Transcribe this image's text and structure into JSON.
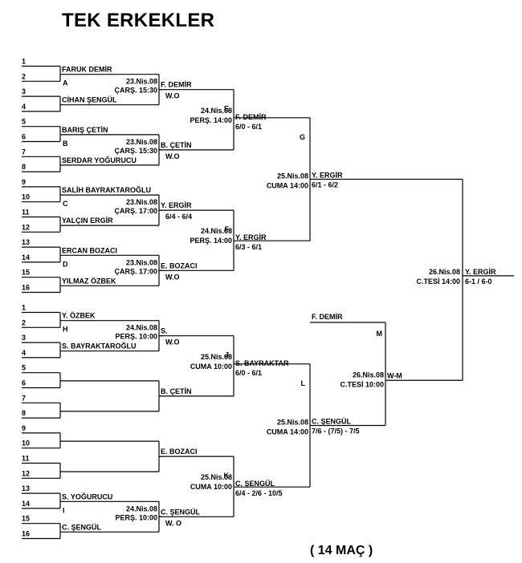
{
  "title": "TEK ERKEKLER",
  "footer": "( 14  MAÇ )",
  "top_half": {
    "slot_numbers": [
      "1",
      "2",
      "3",
      "4",
      "5",
      "6",
      "7",
      "8",
      "9",
      "10",
      "11",
      "12",
      "13",
      "14",
      "15",
      "16"
    ],
    "r1": [
      {
        "p1": "FARUK DEMİR",
        "letter": "A",
        "p2": "CİHAN ŞENGÜL",
        "date": "23.Nis.08",
        "time": "ÇARŞ.  15:30",
        "winner": "F. DEMİR",
        "score": "W.O"
      },
      {
        "p1": "BARIŞ ÇETİN",
        "letter": "B",
        "p2": "SERDAR YOĞURUCU",
        "date": "23.Nis.08",
        "time": "ÇARŞ.  15:30",
        "winner": "B. ÇETİN",
        "score": "W.O"
      },
      {
        "p1": "SALİH BAYRAKTAROĞLU",
        "letter": "C",
        "p2": "YALÇIN ERGİR",
        "date": "23.Nis.08",
        "time": "ÇARŞ.  17:00",
        "winner": "Y. ERGİR",
        "score": "6/4 - 6/4"
      },
      {
        "p1": "ERCAN BOZACI",
        "letter": "D",
        "p2": "YILMAZ ÖZBEK",
        "date": "23.Nis.08",
        "time": "ÇARŞ.  17:00",
        "winner": "E. BOZACI",
        "score": "W.O"
      }
    ],
    "r2": [
      {
        "letter": "E",
        "date": "24.Nis.08",
        "time": "PERŞ.  14:00",
        "winner": "F. DEMİR",
        "score": "6/0 - 6/1"
      },
      {
        "letter": "F",
        "date": "24.Nis.08",
        "time": "PERŞ.  14:00",
        "winner": "Y. ERGİR",
        "score": "6/3 - 6/1"
      }
    ],
    "r3": {
      "letter": "G",
      "date": "25.Nis.08",
      "time": "CUMA  14:00",
      "winner": "Y. ERGİR",
      "score": "6/1 - 6/2"
    }
  },
  "bottom_half": {
    "slot_numbers": [
      "1",
      "2",
      "3",
      "4",
      "5",
      "6",
      "7",
      "8",
      "9",
      "10",
      "11",
      "12",
      "13",
      "14",
      "15",
      "16"
    ],
    "r1": [
      {
        "p1": "Y. ÖZBEK",
        "letter": "H",
        "p2": "S. BAYRAKTAROĞLU",
        "date": "24.Nis.08",
        "time": "PERŞ.  10:00",
        "winner": "S.",
        "score": "W.O"
      },
      {
        "p1": "",
        "letter": "",
        "p2": "",
        "date": "",
        "time": "",
        "winner": "B. ÇETİN",
        "score": ""
      },
      {
        "p1": "",
        "letter": "",
        "p2": "",
        "date": "",
        "time": "",
        "winner": "E. BOZACI",
        "score": ""
      },
      {
        "p1": "S. YOĞURUCU",
        "letter": "I",
        "p2": "C. ŞENGÜL",
        "date": "24.Nis.08",
        "time": "PERŞ.  10:00",
        "winner": "C. ŞENGÜL",
        "score": "W. O"
      }
    ],
    "r2": [
      {
        "letter": "J",
        "date": "25.Nis.08",
        "time": "CUMA  10:00",
        "winner": "S. BAYRAKTAR",
        "score": "6/0 - 6/1"
      },
      {
        "letter": "K",
        "date": "25.Nis.08",
        "time": "CUMA  10:00",
        "winner": "C. ŞENGÜL",
        "score": "6/4 - 2/6 - 10/5"
      }
    ],
    "r3": {
      "letter": "L",
      "date": "25.Nis.08",
      "time": "CUMA  14:00",
      "winner": "C. ŞENGÜL",
      "score": "7/6 - (7/5) - 7/5"
    }
  },
  "semi": {
    "letter": "M",
    "entry": "F. DEMİR",
    "date": "26.Nis.08",
    "time": "C.TESİ  10:00",
    "winner": "W-M"
  },
  "final": {
    "date": "26.Nis.08",
    "time": "C.TESİ  14:00",
    "winner": "Y. ERGİR",
    "score": "6-1 / 6-0"
  }
}
